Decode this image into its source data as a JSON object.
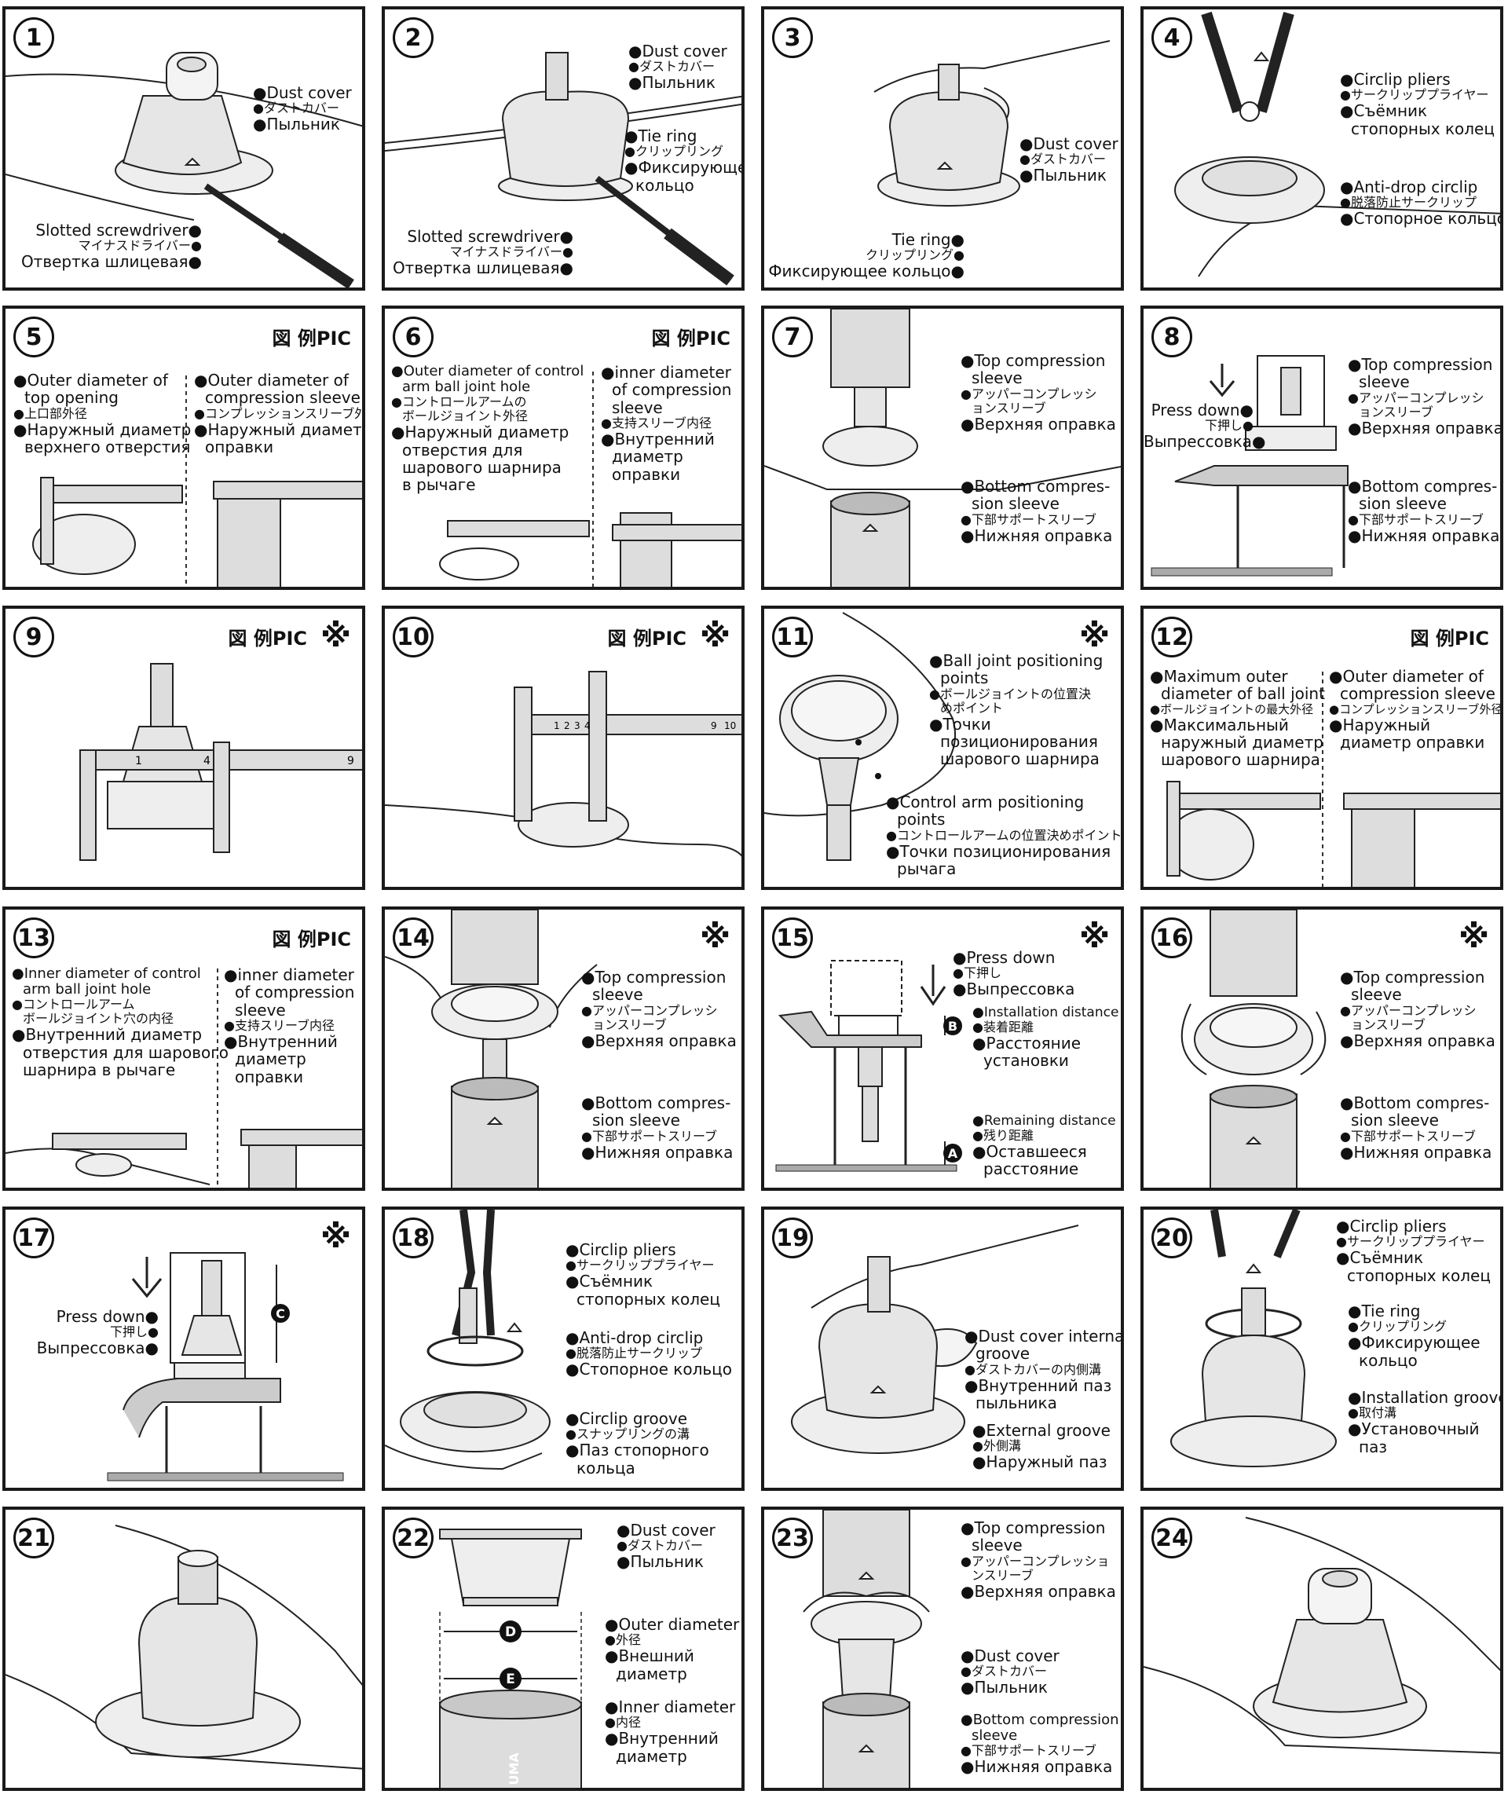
{
  "common": {
    "pic_label": "図 例PIC",
    "ref_mark": "※"
  },
  "panels": {
    "p1": {
      "number": "1",
      "dust_cover": {
        "en": "●Dust cover",
        "jp": "●ダストカバー",
        "ru": "●Пыльник"
      },
      "screwdriver": {
        "en": "Slotted screwdriver●",
        "jp": "マイナスドライバー●",
        "ru": "Отвертка шлицевая●"
      }
    },
    "p2": {
      "number": "2",
      "dust_cover": {
        "en": "●Dust cover",
        "jp": "●ダストカバー",
        "ru": "●Пыльник"
      },
      "tie_ring": {
        "en": "●Tie ring",
        "jp": "●クリップリング",
        "ru1": "●Фиксирующее",
        "ru2": "кольцо"
      },
      "screwdriver": {
        "en": "Slotted screwdriver●",
        "jp": "マイナスドライバー●",
        "ru": "Отвертка шлицевая●"
      }
    },
    "p3": {
      "number": "3",
      "dust_cover": {
        "en": "●Dust cover",
        "jp": "●ダストカバー",
        "ru": "●Пыльник"
      },
      "tie_ring": {
        "en": "Tie ring●",
        "jp": "クリップリング●",
        "ru": "Фиксирующее кольцо●"
      }
    },
    "p4": {
      "number": "4",
      "pliers": {
        "en": "●Circlip pliers",
        "jp": "●サークリッププライヤー",
        "ru1": "●Съёмник",
        "ru2": "стопорных колец"
      },
      "circlip": {
        "en": "●Anti-drop circlip",
        "jp": "●脱落防止サークリップ",
        "ru": "●Стопорное кольцо"
      }
    },
    "p5": {
      "number": "5",
      "left": {
        "en1": "●Outer diameter of",
        "en2": "top opening",
        "jp": "●上口部外径",
        "ru1": "●Наружный диаметр",
        "ru2": "верхнего отверстия"
      },
      "right": {
        "en1": "●Outer diameter of",
        "en2": "compression sleeve",
        "jp": "●コンプレッションスリーブ外径",
        "ru1": "●Наружный диаметр",
        "ru2": "оправки"
      }
    },
    "p6": {
      "number": "6",
      "left": {
        "en1": "●Outer diameter of control",
        "en2": "arm ball joint hole",
        "jp1": "●コントロールアームの",
        "jp2": "ボールジョイント外径",
        "ru1": "●Наружный диаметр",
        "ru2": "отверстия для",
        "ru3": "шарового шарнира",
        "ru4": "в рычаге"
      },
      "right": {
        "en1": "●inner diameter",
        "en2": "of compression",
        "en3": "sleeve",
        "jp": "●支持スリーブ内径",
        "ru1": "●Внутренний",
        "ru2": "диаметр",
        "ru3": "оправки"
      }
    },
    "p7": {
      "number": "7",
      "top": {
        "en1": "●Top compression",
        "en2": "sleeve",
        "jp1": "●アッパーコンプレッシ",
        "jp2": "ョンスリーブ",
        "ru": "●Верхняя оправка"
      },
      "bottom": {
        "en1": "●Bottom compres-",
        "en2": "sion sleeve",
        "jp": "●下部サポートスリーブ",
        "ru": "●Нижняя оправка"
      }
    },
    "p8": {
      "number": "8",
      "press": {
        "en": "Press down●",
        "jp": "下押し●",
        "ru": "Выпрессовка●"
      },
      "top": {
        "en1": "●Top compression",
        "en2": "sleeve",
        "jp1": "●アッパーコンプレッシ",
        "jp2": "ョンスリーブ",
        "ru": "●Верхняя оправка"
      },
      "bottom": {
        "en1": "●Bottom compres-",
        "en2": "sion sleeve",
        "jp": "●下部サポートスリーブ",
        "ru": "●Нижняя оправка"
      }
    },
    "p9": {
      "number": "9",
      "scale": [
        "1",
        "4",
        "9"
      ]
    },
    "p10": {
      "number": "10",
      "scale": [
        "1",
        "2",
        "3",
        "4",
        "9",
        "10"
      ]
    },
    "p11": {
      "number": "11",
      "ball": {
        "en1": "●Ball joint positioning",
        "en2": "points",
        "jp1": "●ボールジョイントの位置決",
        "jp2": "めポイント",
        "ru1": "●Точки",
        "ru2": "позиционирования",
        "ru3": "шарового шарнира"
      },
      "arm": {
        "en1": "●Control arm positioning",
        "en2": "points",
        "jp": "●コントロールアームの位置決めポイント",
        "ru1": "●Точки позиционирования",
        "ru2": "рычага"
      }
    },
    "p12": {
      "number": "12",
      "left": {
        "en1": "●Maximum outer",
        "en2": "diameter of ball joint",
        "jp": "●ボールジョイントの最大外径",
        "ru1": "●Максимальный",
        "ru2": "наружный диаметр",
        "ru3": "шарового шарнира"
      },
      "right": {
        "en1": "●Outer diameter of",
        "en2": "compression sleeve",
        "jp": "●コンプレッションスリーブ外径",
        "ru1": "●Наружный",
        "ru2": "диаметр оправки"
      }
    },
    "p13": {
      "number": "13",
      "left": {
        "en1": "●Inner diameter of control",
        "en2": "arm ball joint hole",
        "jp1": "●コントロールアーム",
        "jp2": "ボールジョイント穴の内径",
        "ru1": "●Внутренний диаметр",
        "ru2": "отверстия для шарового",
        "ru3": "шарнира в рычаге"
      },
      "right": {
        "en1": "●inner diameter",
        "en2": "of compression",
        "en3": "sleeve",
        "jp": "●支持スリーブ内径",
        "ru1": "●Внутренний",
        "ru2": "диаметр",
        "ru3": "оправки"
      }
    },
    "p14": {
      "number": "14",
      "top": {
        "en1": "●Top compression",
        "en2": "sleeve",
        "jp1": "●アッパーコンプレッシ",
        "jp2": "ョンスリーブ",
        "ru": "●Верхняя оправка"
      },
      "bottom": {
        "en1": "●Bottom compres-",
        "en2": "sion sleeve",
        "jp": "●下部サポートスリーブ",
        "ru": "●Нижняя оправка"
      }
    },
    "p15": {
      "number": "15",
      "press": {
        "en": "●Press down",
        "jp": "●下押し",
        "ru": "●Выпрессовка"
      },
      "install": {
        "en": "●Installation distance",
        "jp": "●装着距離",
        "ru1": "●Расстояние",
        "ru2": "установки"
      },
      "remain": {
        "en": "●Remaining distance",
        "jp": "●残り距離",
        "ru1": "●Оставшееся",
        "ru2": "расстояние"
      },
      "marker_b": "B",
      "marker_a": "A"
    },
    "p16": {
      "number": "16",
      "top": {
        "en1": "●Top compression",
        "en2": "sleeve",
        "jp1": "●アッパーコンプレッシ",
        "jp2": "ョンスリーブ",
        "ru": "●Верхняя оправка"
      },
      "bottom": {
        "en1": "●Bottom compres-",
        "en2": "sion sleeve",
        "jp": "●下部サポートスリーブ",
        "ru": "●Нижняя оправка"
      }
    },
    "p17": {
      "number": "17",
      "press": {
        "en": "Press down●",
        "jp": "下押し●",
        "ru": "Выпрессовка●"
      },
      "marker_c": "C"
    },
    "p18": {
      "number": "18",
      "pliers": {
        "en": "●Circlip pliers",
        "jp": "●サークリッププライヤー",
        "ru1": "●Съёмник",
        "ru2": "стопорных колец"
      },
      "circlip": {
        "en": "●Anti-drop circlip",
        "jp": "●脱落防止サークリップ",
        "ru": "●Стопорное кольцо"
      },
      "groove": {
        "en": "●Circlip groove",
        "jp": "●スナップリングの溝",
        "ru1": "●Паз стопорного",
        "ru2": "кольца"
      }
    },
    "p19": {
      "number": "19",
      "internal": {
        "en1": "●Dust cover internal",
        "en2": "groove",
        "jp": "●ダストカバーの内側溝",
        "ru1": "●Внутренний паз",
        "ru2": "пыльника"
      },
      "external": {
        "en": "●External groove",
        "jp": "●外側溝",
        "ru": "●Наружный паз"
      }
    },
    "p20": {
      "number": "20",
      "pliers": {
        "en": "●Circlip pliers",
        "jp": "●サークリッププライヤー",
        "ru1": "●Съёмник",
        "ru2": "стопорных колец"
      },
      "tie_ring": {
        "en": "●Tie ring",
        "jp": "●クリップリング",
        "ru1": "●Фиксирующее",
        "ru2": "кольцо"
      },
      "install_groove": {
        "en": "●Installation groove",
        "jp": "●取付溝",
        "ru1": "●Установочный",
        "ru2": "паз"
      }
    },
    "p21": {
      "number": "21"
    },
    "p22": {
      "number": "22",
      "dust_cover": {
        "en": "●Dust cover",
        "jp": "●ダストカバー",
        "ru": "●Пыльник"
      },
      "outer": {
        "en": "●Outer diameter",
        "jp": "●外径",
        "ru1": "●Внешний",
        "ru2": "диаметр"
      },
      "inner": {
        "en": "●Inner diameter",
        "jp": "●内径",
        "ru1": "●Внутренний",
        "ru2": "диаметр"
      },
      "marker_d": "D",
      "marker_e": "E",
      "sleeve_text": "UMA"
    },
    "p23": {
      "number": "23",
      "top": {
        "en1": "●Top compression",
        "en2": "sleeve",
        "jp1": "●アッパーコンプレッショ",
        "jp2": "ンスリーブ",
        "ru": "●Верхняя оправка"
      },
      "dust_cover": {
        "en": "●Dust cover",
        "jp": "●ダストカバー",
        "ru": "●Пыльник"
      },
      "bottom": {
        "en1": "●Bottom compression",
        "en2": "sleeve",
        "jp": "●下部サポートスリーブ",
        "ru": "●Нижняя оправка"
      }
    },
    "p24": {
      "number": "24"
    }
  },
  "brand": "MASUMA"
}
